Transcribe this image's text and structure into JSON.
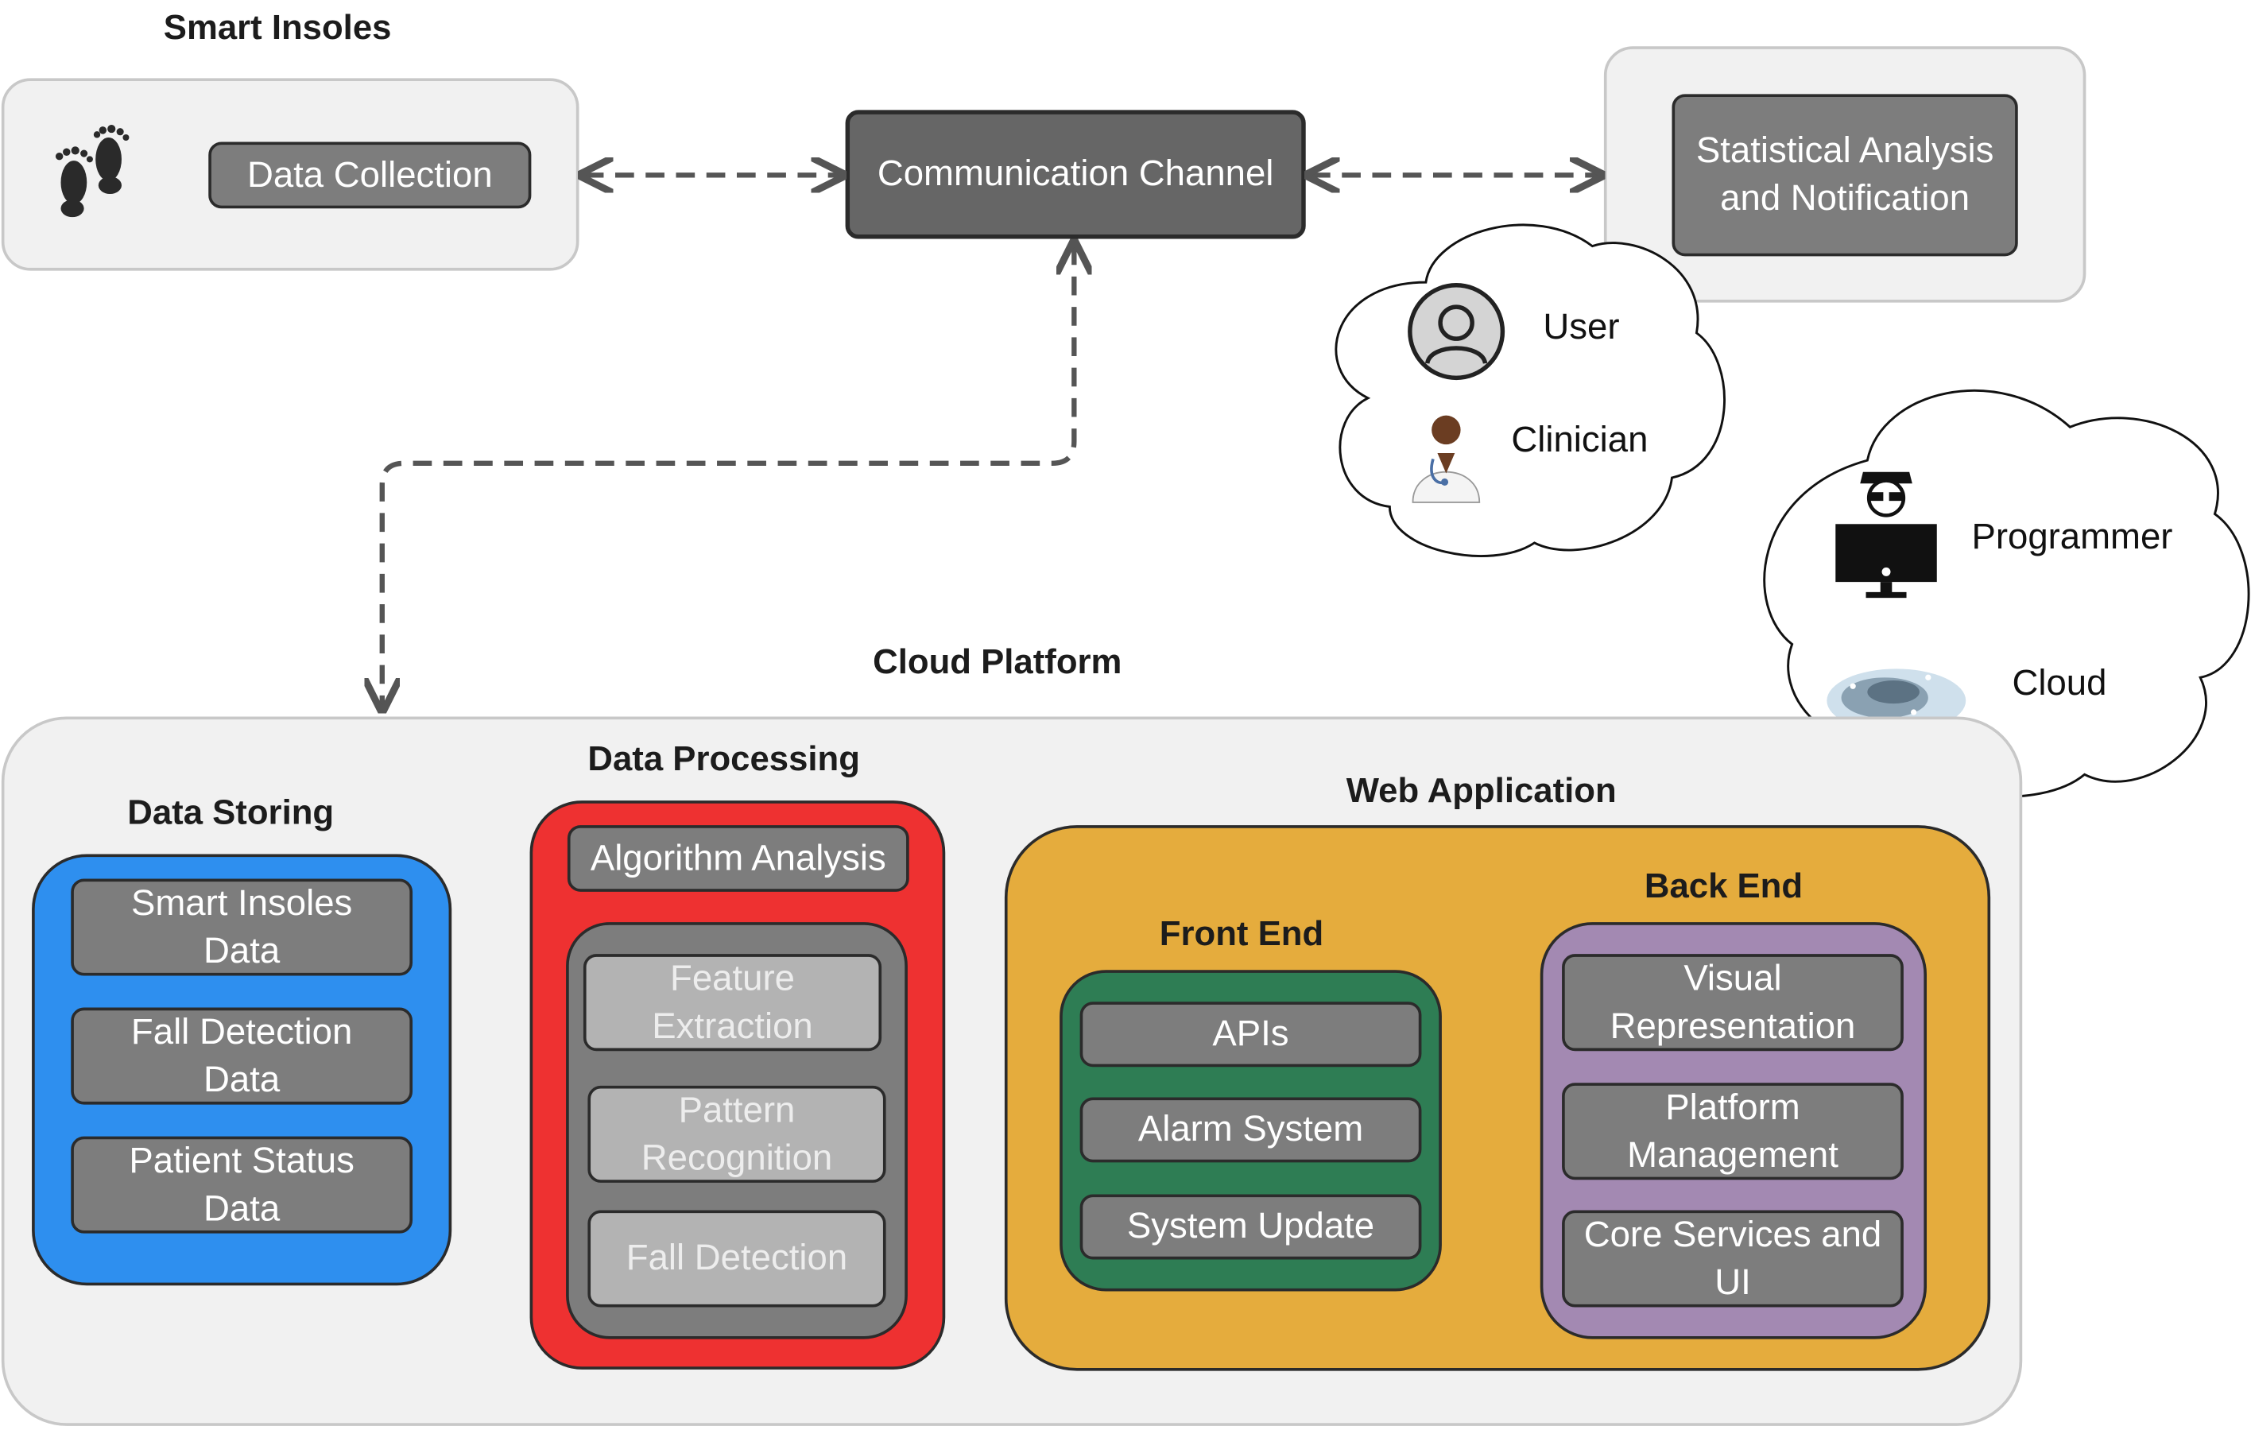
{
  "smart_insoles": {
    "title": "Smart Insoles",
    "data_collection": "Data Collection"
  },
  "communication_channel": "Communication Channel",
  "statistical": {
    "label_line1": "Statistical Analysis",
    "label_line2": "and Notification"
  },
  "users_cloud": {
    "user": "User",
    "clinician": "Clinician"
  },
  "dev_cloud": {
    "programmer": "Programmer",
    "cloud": "Cloud"
  },
  "cloud_platform": {
    "title": "Cloud Platform",
    "data_storing": {
      "title": "Data Storing",
      "items": [
        [
          "Smart Insoles",
          "Data"
        ],
        [
          "Fall Detection",
          "Data"
        ],
        [
          "Patient Status",
          "Data"
        ]
      ]
    },
    "data_processing": {
      "title": "Data Processing",
      "algorithm": "Algorithm Analysis",
      "items": [
        [
          "Feature",
          "Extraction"
        ],
        [
          "Pattern",
          "Recognition"
        ],
        [
          "Fall Detection"
        ]
      ]
    },
    "web_application": {
      "title": "Web Application",
      "front_end": {
        "title": "Front End",
        "items": [
          "APIs",
          "Alarm System",
          "System Update"
        ]
      },
      "back_end": {
        "title": "Back End",
        "items": [
          [
            "Visual",
            "Representation"
          ],
          [
            "Platform",
            "Management"
          ],
          [
            "Core Services and",
            "UI"
          ]
        ]
      }
    }
  },
  "colors": {
    "data_storing": "#2e8fef",
    "data_processing": "#ee3131",
    "web_application": "#e5ac3d",
    "front_end": "#2e7d54",
    "back_end": "#a389b2",
    "box_fill": "#7d7d7d",
    "panel_fill": "#f1f1f1"
  }
}
